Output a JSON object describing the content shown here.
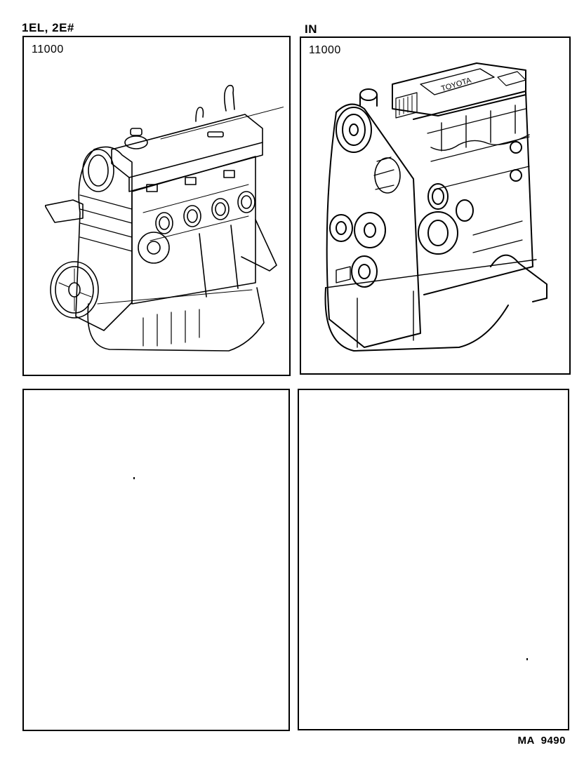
{
  "header": {
    "left_label": "1EL, 2E#",
    "right_label": "IN"
  },
  "panels": [
    {
      "id": "top-left",
      "part_code": "11000",
      "illustration": "engine-assembly-1EL-2E"
    },
    {
      "id": "top-right",
      "part_code": "11000",
      "illustration": "engine-assembly-IN",
      "brand_text": "TOYOTA"
    },
    {
      "id": "bottom-left",
      "part_code": "",
      "illustration": ""
    },
    {
      "id": "bottom-right",
      "part_code": "",
      "illustration": ""
    }
  ],
  "footer": {
    "figure_id": "MA  9490"
  }
}
